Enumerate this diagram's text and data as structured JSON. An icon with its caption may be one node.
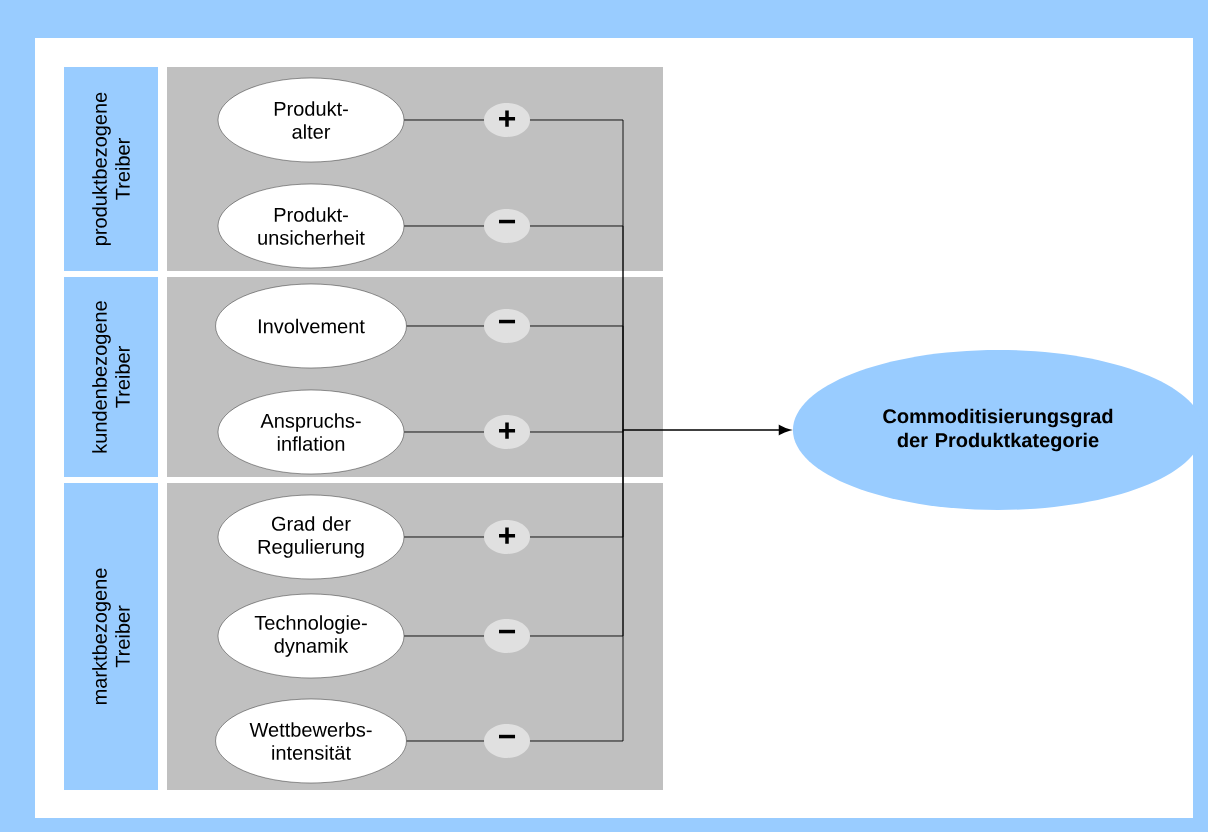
{
  "diagram": {
    "nodes": [
      {
        "text": [
          "produktbezogene Treiber"
        ]
      },
      {
        "text": [
          "Produkt- alter"
        ]
      },
      {
        "text": [
          "Produkt- unsicherheit"
        ]
      },
      {
        "text": [
          "kundenbezogene Treiber"
        ]
      },
      {
        "text": [
          "Involvement"
        ]
      },
      {
        "text": [
          "Anspruchs- inflation"
        ]
      },
      {
        "text": [
          "marktbezogene Treiber"
        ]
      },
      {
        "text": [
          "Grad der Regulierung"
        ]
      },
      {
        "text": [
          "Technologie- dynamik"
        ]
      },
      {
        "text": [
          "Wettbewerbs- intensität"
        ]
      },
      {
        "text": [
          "Commoditisierungsgrad der Produktkategorie"
        ]
      }
    ],
    "edges": [
      {
        "from": 1,
        "to": 10,
        "arrow": "to",
        "label": "+"
      },
      {
        "from": 2,
        "to": 10,
        "arrow": "to",
        "label": "−"
      },
      {
        "from": 4,
        "to": 10,
        "arrow": "to",
        "label": "−"
      },
      {
        "from": 5,
        "to": 10,
        "arrow": "to",
        "label": "+"
      },
      {
        "from": 7,
        "to": 10,
        "arrow": "to",
        "label": "+"
      },
      {
        "from": 8,
        "to": 10,
        "arrow": "to",
        "label": "−"
      },
      {
        "from": 9,
        "to": 10,
        "arrow": "to",
        "label": "−"
      }
    ]
  }
}
